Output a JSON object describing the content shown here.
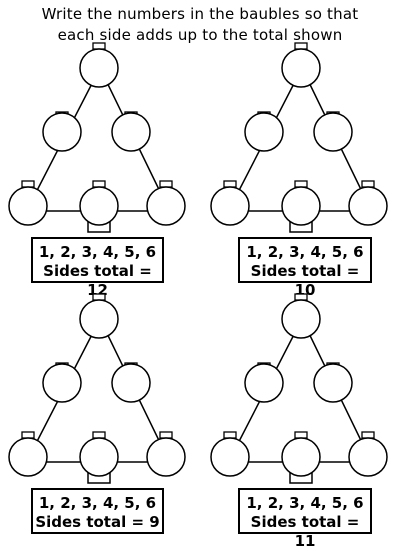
{
  "header": {
    "line1": "Write the numbers in the baubles so that",
    "line2": "each side adds up to the total shown"
  },
  "puzzles": [
    {
      "numbers": "1, 2, 3, 4, 5, 6",
      "total_label": "Sides total = 12"
    },
    {
      "numbers": "1, 2, 3, 4, 5, 6",
      "total_label": "Sides total = 10"
    },
    {
      "numbers": "1, 2, 3, 4, 5, 6",
      "total_label": "Sides total = 9"
    },
    {
      "numbers": "1, 2, 3, 4, 5, 6",
      "total_label": "Sides total = 11"
    }
  ]
}
